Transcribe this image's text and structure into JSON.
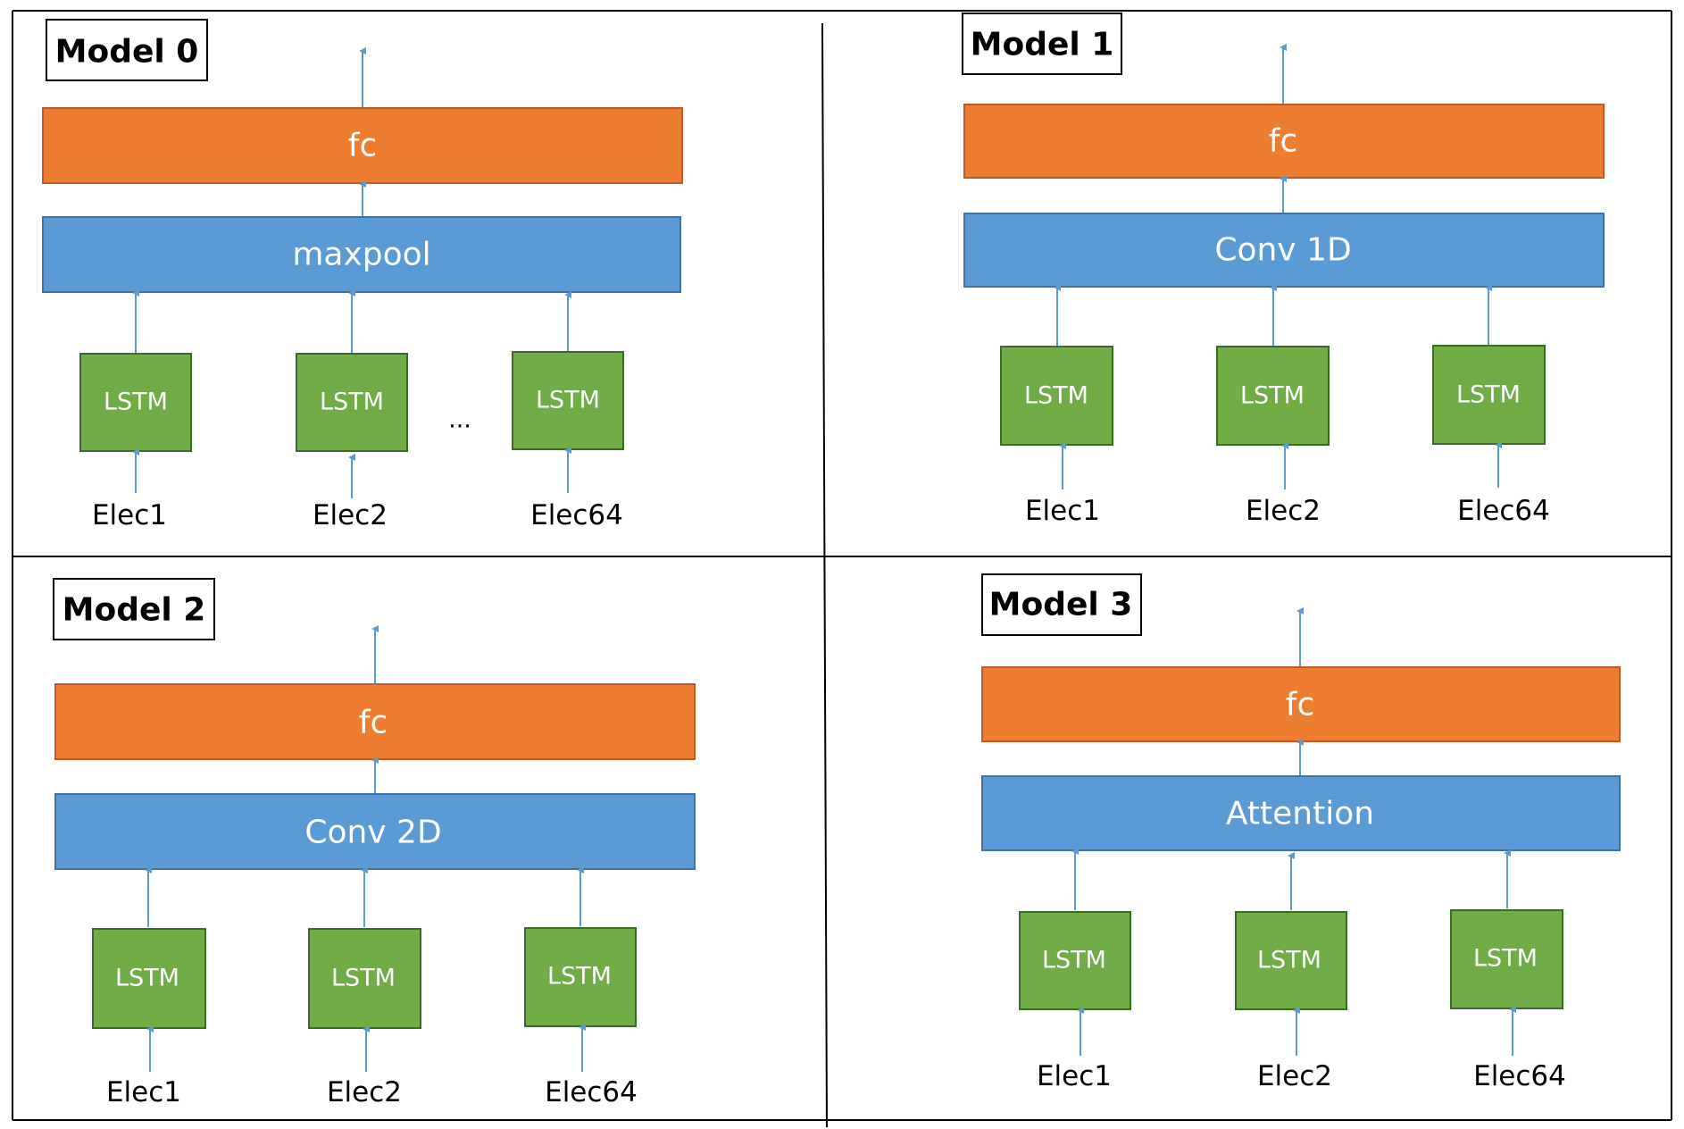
{
  "colors": {
    "fc": "#ed7d31",
    "layer": "#5b9bd5",
    "lstm": "#70ad47",
    "arrow": "#5b9bd5",
    "frame": "#000000"
  },
  "panels": [
    {
      "title": "Model 0",
      "fc_label": "fc",
      "layer_label": "maxpool",
      "columns": [
        {
          "lstm_label": "LSTM",
          "input_label": "Elec1"
        },
        {
          "lstm_label": "LSTM",
          "input_label": "Elec2"
        },
        {
          "lstm_label": "LSTM",
          "input_label": "Elec64"
        }
      ],
      "ellipsis": "..."
    },
    {
      "title": "Model 1",
      "fc_label": "fc",
      "layer_label": "Conv 1D",
      "columns": [
        {
          "lstm_label": "LSTM",
          "input_label": "Elec1"
        },
        {
          "lstm_label": "LSTM",
          "input_label": "Elec2"
        },
        {
          "lstm_label": "LSTM",
          "input_label": "Elec64"
        }
      ]
    },
    {
      "title": "Model 2",
      "fc_label": "fc",
      "layer_label": "Conv 2D",
      "columns": [
        {
          "lstm_label": "LSTM",
          "input_label": "Elec1"
        },
        {
          "lstm_label": "LSTM",
          "input_label": "Elec2"
        },
        {
          "lstm_label": "LSTM",
          "input_label": "Elec64"
        }
      ]
    },
    {
      "title": "Model 3",
      "fc_label": "fc",
      "layer_label": "Attention",
      "columns": [
        {
          "lstm_label": "LSTM",
          "input_label": "Elec1"
        },
        {
          "lstm_label": "LSTM",
          "input_label": "Elec2"
        },
        {
          "lstm_label": "LSTM",
          "input_label": "Elec64"
        }
      ]
    }
  ]
}
